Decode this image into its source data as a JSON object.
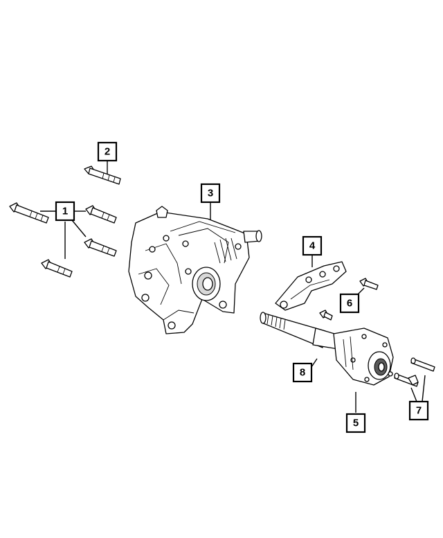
{
  "callouts": {
    "c1": "1",
    "c2": "2",
    "c3": "3",
    "c4": "4",
    "c5": "5",
    "c6": "6",
    "c7": "7",
    "c8": "8"
  },
  "parts": {
    "p1": "bolt-group-1",
    "p2": "bolt-2",
    "p3": "power-transfer-unit",
    "p4": "bracket",
    "p5": "intermediate-shaft-housing",
    "p6": "bolt-6",
    "p7": "stud-bolts-7",
    "p8": "intermediate-shaft"
  },
  "colors": {
    "line": "#000000",
    "background": "#ffffff",
    "shade": "#d8d8d8"
  }
}
